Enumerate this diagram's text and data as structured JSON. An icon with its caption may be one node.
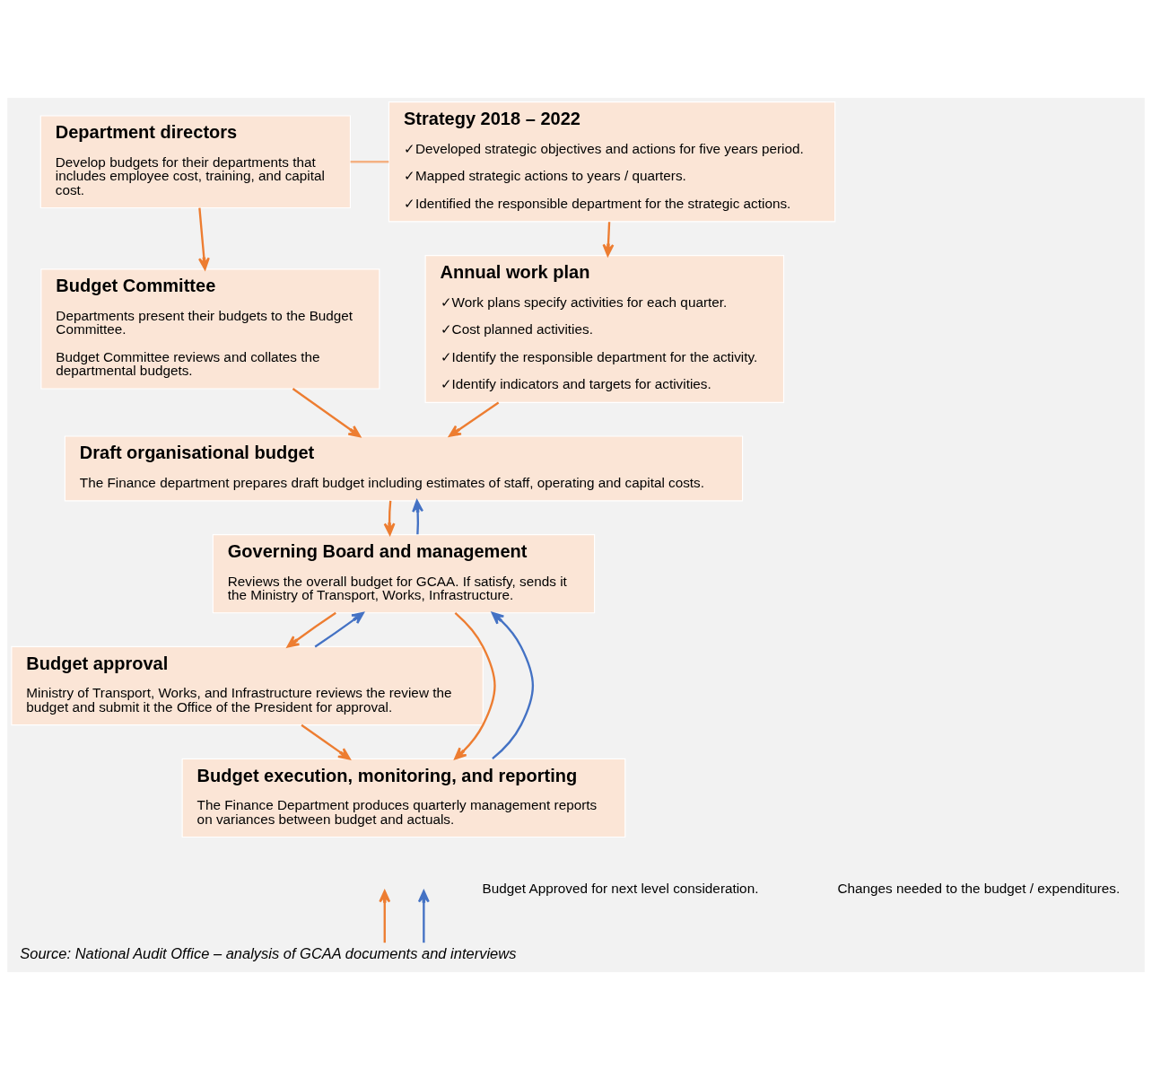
{
  "diagram": {
    "caption": "Source: National Audit Office – analysis of GCAA documents and interviews",
    "nodes": [
      {
        "text": [
          "Department directors",
          "Develop budgets for their departments that includes employee cost, training, and capital cost."
        ]
      },
      {
        "text": [
          "Strategy 2018 – 2022",
          "✓Developed strategic objectives and actions for five years period.",
          "✓Mapped strategic actions to years / quarters.",
          "✓Identified the responsible department for the strategic actions."
        ]
      },
      {
        "text": [
          "Budget Committee",
          "Departments present their budgets to the Budget Committee.",
          "Budget Committee reviews and collates the departmental budgets."
        ]
      },
      {
        "text": [
          "Annual work plan",
          "✓Work plans specify activities for each quarter.",
          "✓Cost planned activities.",
          "✓Identify the responsible department for the activity.",
          "✓Identify indicators and targets for activities."
        ]
      },
      {
        "text": [
          "Draft organisational budget",
          "The Finance department prepares draft budget including estimates of staff, operating and capital costs."
        ]
      },
      {
        "text": [
          "Governing Board and management",
          "Reviews the overall budget for GCAA. If satisfy, sends it the Ministry of Transport, Works, Infrastructure."
        ]
      },
      {
        "text": [
          "Budget approval",
          "Ministry of Transport, Works, and Infrastructure reviews the review the budget and submit it the Office of the President for approval."
        ]
      },
      {
        "text": [
          "Budget execution, monitoring, and reporting",
          "The Finance Department produces quarterly management reports on variances between budget and actuals."
        ]
      }
    ],
    "edges": [
      {
        "from": 0,
        "to": 1,
        "arrow": "none",
        "color": "#f4b183"
      },
      {
        "from": 0,
        "to": 2,
        "arrow": "to"
      },
      {
        "from": 1,
        "to": 3,
        "arrow": "to"
      },
      {
        "from": 2,
        "to": 4,
        "arrow": "to"
      },
      {
        "from": 3,
        "to": 4,
        "arrow": "to"
      },
      {
        "from": 4,
        "to": 5,
        "arrow": "to"
      },
      {
        "from": 5,
        "to": 4,
        "arrow": "to",
        "color": "#4472c4"
      },
      {
        "from": 5,
        "to": 6,
        "arrow": "to"
      },
      {
        "from": 6,
        "to": 5,
        "arrow": "to",
        "color": "#4472c4"
      },
      {
        "from": 6,
        "to": 7,
        "arrow": "to"
      },
      {
        "from": 5,
        "to": 7,
        "arrow": "to"
      },
      {
        "from": 7,
        "to": 5,
        "arrow": "to",
        "color": "#4472c4"
      }
    ],
    "legend": [
      {
        "text": "Budget Approved for next level consideration."
      },
      {
        "text": "Changes needed to the budget / expenditures."
      }
    ]
  }
}
